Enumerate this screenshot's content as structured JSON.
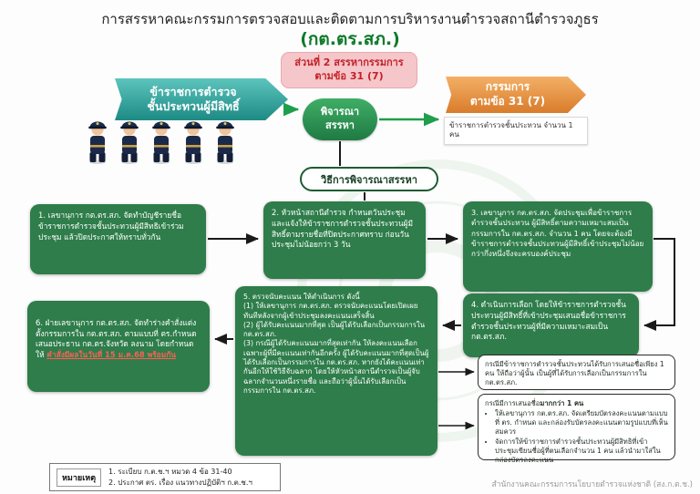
{
  "title": {
    "line1": "การสรรหาคณะกรรมการตรวจสอบและติดตามการบริหารงานตำรวจสถานีตำรวจภูธร",
    "line2": "(กต.ตร.สภ.)"
  },
  "badge": {
    "line1": "ส่วนที่ 2 สรรหากรรมการ",
    "line2": "ตามข้อ 31 (7)"
  },
  "left_banner": {
    "line1": "ข้าราชการตำรวจ",
    "line2": "ชั้นประทวนผู้มีสิทธิ์"
  },
  "center_oval": {
    "line1": "พิจารณา",
    "line2": "สรรหา"
  },
  "right_banner": {
    "line1": "กรรมการ",
    "line2": "ตามข้อ 31 (7)",
    "note": "ข้าราชการตำรวจชั้นประทวน จำนวน 1 คน"
  },
  "method_label": "วิธีการพิจารณาสรรหา",
  "figures": {
    "police_officer_icon_count": 5
  },
  "steps": [
    {
      "text": "1. เลขานุการ กต.ตร.สภ. จัดทำบัญชีรายชื่อข้าราชการตำรวจชั้นประทวนผู้มีสิทธิเข้าร่วมประชุม แล้วปิดประกาศให้ทราบทั่วกัน"
    },
    {
      "text": "2. หัวหน้าสถานีตำรวจ กำหนดวันประชุม และแจ้งให้ข้าราชการตำรวจชั้นประทวนผู้มีสิทธิ์ตามรายชื่อที่ปิดประกาศทราบ ก่อนวันประชุมไม่น้อยกว่า 3 วัน"
    },
    {
      "text": "3. เลขานุการ กต.ตร.สภ. จัดประชุมเพื่อข้าราชการตำรวจชั้นประทวน ผู้มีสิทธิ์ตามความเหมาะสมเป็นกรรมการใน กต.ตร.สภ. จำนวน 1 คน โดยจะต้องมีข้าราชการตำรวจชั้นประทวนผู้มีสิทธิ์เข้าประชุมไม่น้อยกว่ากึ่งหนึ่งจึงจะครบองค์ประชุม"
    },
    {
      "text": "4. ดำเนินการเลือก โดยให้ข้าราชการตำรวจชั้นประทวนผู้มีสิทธิ์ที่เข้าประชุมเสนอชื่อข้าราชการตำรวจชั้นประทวนผู้ที่มีความเหมาะสมเป็น กต.ตร.สภ."
    },
    {
      "text": "5. ตรวจนับคะแนน ให้ดำเนินการ ดังนี้\n(1) ให้เลขานุการ กต.ตร.สภ. ตรวจนับคะแนนโดยเปิดเผยทันทีหลังจากผู้เข้าประชุมลงคะแนนเสร็จสิ้น\n(2) ผู้ได้รับคะแนนมากที่สุด เป็นผู้ได้รับเลือกเป็นกรรมการใน กต.ตร.สภ.\n(3) กรณีผู้ได้รับคะแนนมากที่สุดเท่ากัน ให้ลงคะแนนเลือกเฉพาะผู้ที่มีคะแนนเท่ากันอีกครั้ง ผู้ได้รับคะแนนมากที่สุดเป็นผู้ได้รับเลือกเป็นกรรมการใน กต.ตร.สภ. หากยังได้คะแนนเท่ากันอีกให้ใช้วิธีจับฉลาก โดยให้หัวหน้าสถานีตำรวจเป็นผู้จับฉลากจำนวนหนึ่งรายชื่อ และถือว่าผู้นั้นได้รับเลือกเป็นกรรมการใน กต.ตร.สภ."
    },
    {
      "text": "6. ฝ่ายเลขานุการ กต.ตร.สภ. จัดทำร่างคำสั่งแต่งตั้งกรรมการใน กต.ตร.สภ. ตามแบบที่ ตร.กำหนด เสนอประธาน กต.ตร.จังหวัด ลงนาม โดยกำหนดให้ ",
      "highlight": "คำสั่งมีผลในวันที่ 15 ม.ค.68 พร้อมกัน"
    }
  ],
  "side_notes": [
    {
      "text": "กรณีมีข้าราชการตำรวจชั้นประทวนได้รับการเสนอชื่อเพียง 1 คน ให้ถือว่าผู้นั้น เป็นผู้ที่ได้รับการเลือกเป็นกรรมการใน กต.ตร.สภ."
    },
    {
      "title_prefix": "กรณีมีการเสนอชื่อ",
      "title_bold": "มากกว่า 1 คน",
      "bullets": [
        "ให้เลขานุการ กต.ตร.สภ. จัดเตรียมบัตรลงคะแนนตามแบบที่ ตร. กำหนด และกล่องรับบัตรลงคะแนนตามรูปแบบที่เห็นสมควร",
        "จัดการให้ข้าราชการตำรวจชั้นประทวนผู้มีสิทธิที่เข้าประชุมเขียนชื่อผู้ที่ตนเลือกจำนวน 1 คน แล้วนำมาใส่ในกล่องบัตรลงคะแนน"
      ]
    }
  ],
  "footnote": {
    "label": "หมายเหตุ",
    "items": [
      "1. ระเบียบ ก.ต.ช.ฯ หมวด 4 ข้อ 31-40",
      "2. ประกาศ ตร. เรื่อง แนวทางปฏิบัติฯ ก.ต.ช.ฯ"
    ]
  },
  "footer_credit": "สำนักงานคณะกรรมการนโยบายตำรวจแห่งชาติ (สง.ก.ต.ช.)",
  "colors": {
    "step_box_green": "#2e7d4a",
    "banner_teal": "#1d8a84",
    "banner_orange": "#d97c2b",
    "badge_pink_bg": "#f5c6ca",
    "badge_red_text": "#c42127",
    "title_green": "#0e7a2b",
    "highlight_red": "#ff5f55"
  }
}
